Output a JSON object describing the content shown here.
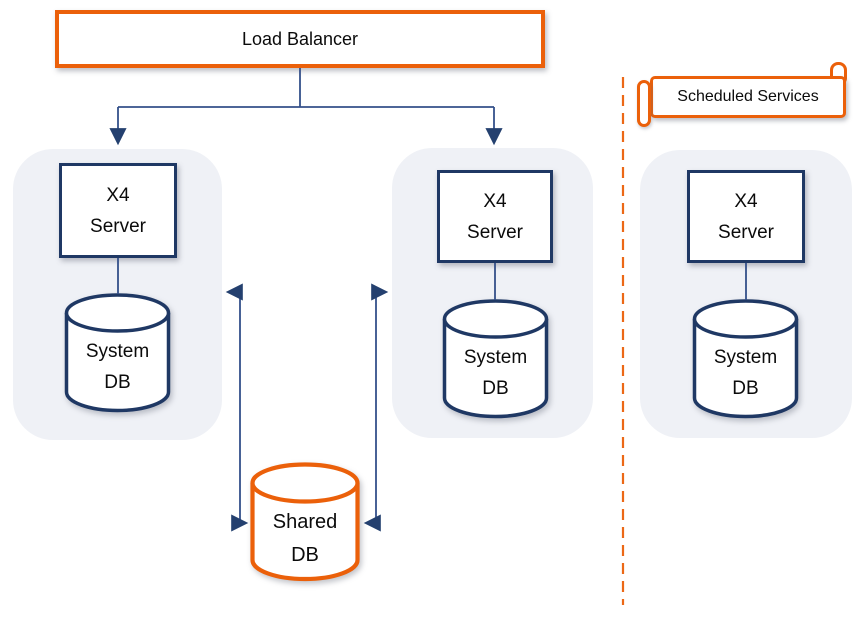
{
  "colors": {
    "accent_orange": "#EB600A",
    "navy": "#1F3864",
    "connector_blue": "#34508A",
    "cluster_bg": "#EFF1F6"
  },
  "load_balancer": {
    "label": "Load Balancer"
  },
  "scheduled_services": {
    "label": "Scheduled Services"
  },
  "clusters": [
    {
      "server_label": "X4\nServer",
      "db_label": "System\nDB"
    },
    {
      "server_label": "X4\nServer",
      "db_label": "System\nDB"
    },
    {
      "server_label": "X4\nServer",
      "db_label": "System\nDB"
    }
  ],
  "shared_db": {
    "label": "Shared\nDB"
  }
}
